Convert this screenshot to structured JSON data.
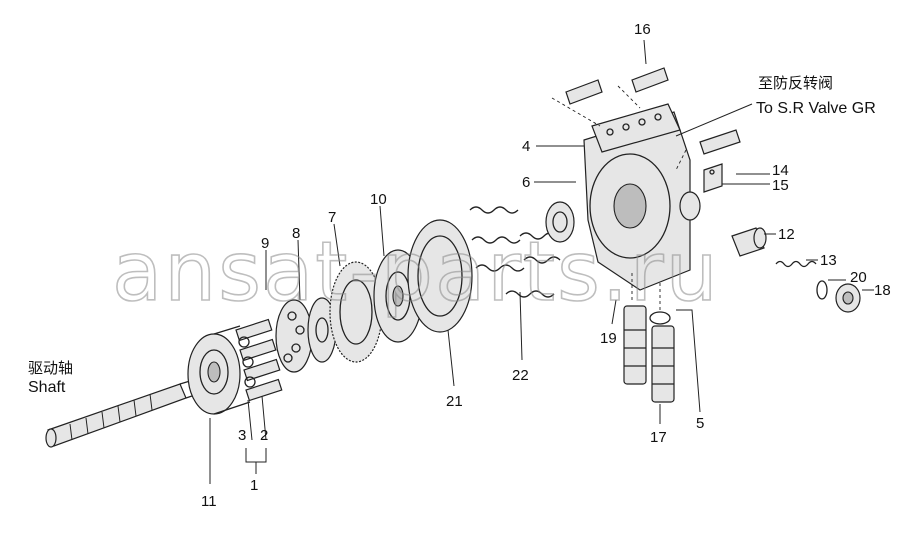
{
  "diagram": {
    "watermark": "ansat-parts.ru",
    "shaft_label": {
      "cn": "驱动轴",
      "en": "Shaft"
    },
    "valve_label": {
      "cn": "至防反转阀",
      "en": "To S.R Valve GR"
    },
    "callouts": [
      {
        "id": "c1",
        "text": "1"
      },
      {
        "id": "c2",
        "text": "2"
      },
      {
        "id": "c3",
        "text": "3"
      },
      {
        "id": "c4",
        "text": "4"
      },
      {
        "id": "c5",
        "text": "5"
      },
      {
        "id": "c6",
        "text": "6"
      },
      {
        "id": "c7",
        "text": "7"
      },
      {
        "id": "c8",
        "text": "8"
      },
      {
        "id": "c9",
        "text": "9"
      },
      {
        "id": "c10",
        "text": "10"
      },
      {
        "id": "c11",
        "text": "11"
      },
      {
        "id": "c12",
        "text": "12"
      },
      {
        "id": "c13",
        "text": "13"
      },
      {
        "id": "c14",
        "text": "14"
      },
      {
        "id": "c15",
        "text": "15"
      },
      {
        "id": "c16",
        "text": "16"
      },
      {
        "id": "c17",
        "text": "17"
      },
      {
        "id": "c18",
        "text": "18"
      },
      {
        "id": "c19",
        "text": "19"
      },
      {
        "id": "c20",
        "text": "20"
      },
      {
        "id": "c21",
        "text": "21"
      },
      {
        "id": "c22",
        "text": "22"
      }
    ]
  }
}
